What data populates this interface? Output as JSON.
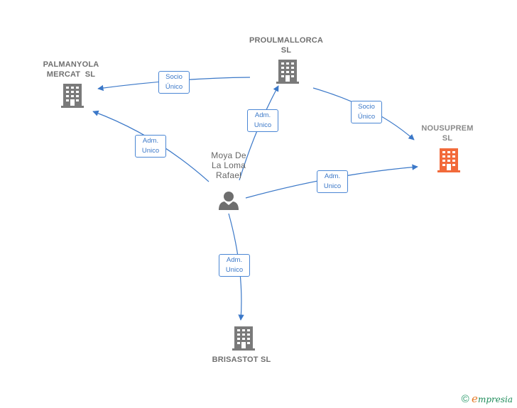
{
  "nodes": {
    "palmanyola": {
      "line1": "PALMANYOLA",
      "line2": "MERCAT  SL"
    },
    "proulmallorca": {
      "line1": "PROULMALLORCA",
      "line2": "SL"
    },
    "nousuprem": {
      "line1": "NOUSUPREM",
      "line2": "SL"
    },
    "person": {
      "line1": "Moya De",
      "line2": "La Loma",
      "line3": "Rafael"
    },
    "brisastot": {
      "line1": "BRISASTOT SL"
    }
  },
  "edges": {
    "proul_to_palma": {
      "line1": "Socio",
      "line2": "Único"
    },
    "proul_to_nou": {
      "line1": "Socio",
      "line2": "Único"
    },
    "person_to_palma": {
      "line1": "Adm.",
      "line2": "Unico"
    },
    "person_to_proul": {
      "line1": "Adm.",
      "line2": "Unico"
    },
    "person_to_nou": {
      "line1": "Adm.",
      "line2": "Unico"
    },
    "person_to_bris": {
      "line1": "Adm.",
      "line2": "Unico"
    }
  },
  "brand": {
    "copyright": "©",
    "e": "e",
    "rest": "mpresia"
  },
  "colors": {
    "edge": "#3b78c8",
    "building": "#7a7a7a",
    "focus_building": "#f26a3a",
    "person": "#6e6e6e"
  }
}
